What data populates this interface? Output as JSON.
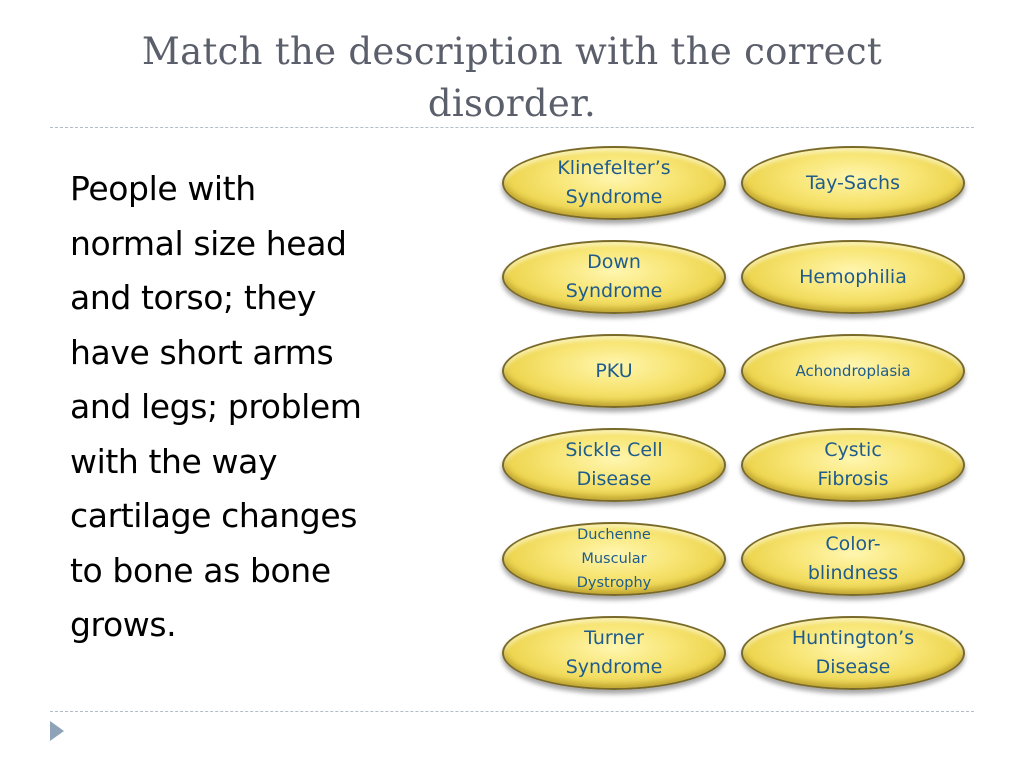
{
  "slide": {
    "title": "Match the description with the correct\ndisorder.",
    "description": "People with\nnormal size head\nand torso; they\nhave short arms\nand legs; problem\nwith the way\ncartilage changes\nto bone as bone\ngrows."
  },
  "options": [
    {
      "label": "Klinefelter’s\nSyndrome"
    },
    {
      "label": "Tay-Sachs"
    },
    {
      "label": "Down\nSyndrome"
    },
    {
      "label": "Hemophilia"
    },
    {
      "label": "PKU"
    },
    {
      "label": "Achondroplasia"
    },
    {
      "label": "Sickle Cell\nDisease"
    },
    {
      "label": "Cystic\nFibrosis"
    },
    {
      "label": "Duchenne\nMuscular\nDystrophy"
    },
    {
      "label": "Color-\nblindness"
    },
    {
      "label": "Turner\nSyndrome"
    },
    {
      "label": "Huntington’s\nDisease"
    }
  ],
  "colors": {
    "title": "#5b5f6b",
    "option_text": "#1f5c8c",
    "option_fill": "#f8e677",
    "rule": "#b4bcc8",
    "nav_arrow": "#8fa3b8"
  },
  "icons": {
    "nav": "next-slide-arrow-icon"
  }
}
